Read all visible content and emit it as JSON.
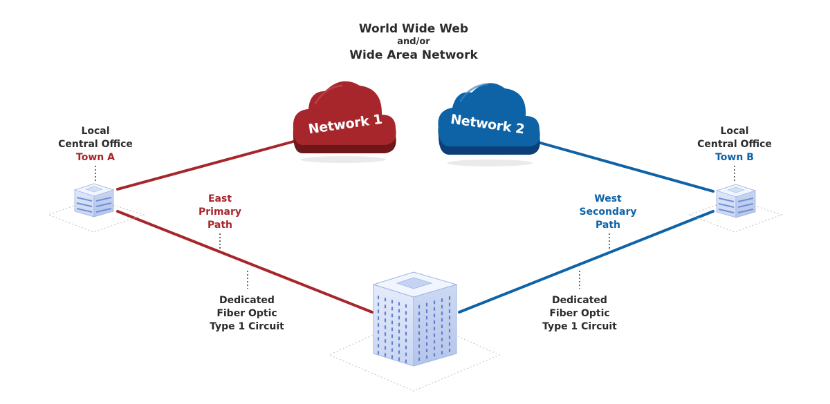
{
  "header": {
    "line1": "World Wide Web",
    "line2": "and/or",
    "line3": "Wide Area Network"
  },
  "clouds": {
    "network1": "Network 1",
    "network2": "Network 2"
  },
  "office_a": {
    "line1": "Local",
    "line2": "Central Office",
    "line3": "Town A"
  },
  "office_b": {
    "line1": "Local",
    "line2": "Central Office",
    "line3": "Town B"
  },
  "path_east": {
    "line1": "East",
    "line2": "Primary",
    "line3": "Path"
  },
  "path_west": {
    "line1": "West",
    "line2": "Secondary",
    "line3": "Path"
  },
  "circuit_left": {
    "line1": "Dedicated",
    "line2": "Fiber Optic",
    "line3": "Type 1 Circuit"
  },
  "circuit_right": {
    "line1": "Dedicated",
    "line2": "Fiber Optic",
    "line3": "Type 1 Circuit"
  },
  "colors": {
    "primary_red": "#a6262b",
    "secondary_blue": "#0e62a6",
    "text_dark": "#2b2b2b",
    "building_blue": "#8ea6dc"
  }
}
